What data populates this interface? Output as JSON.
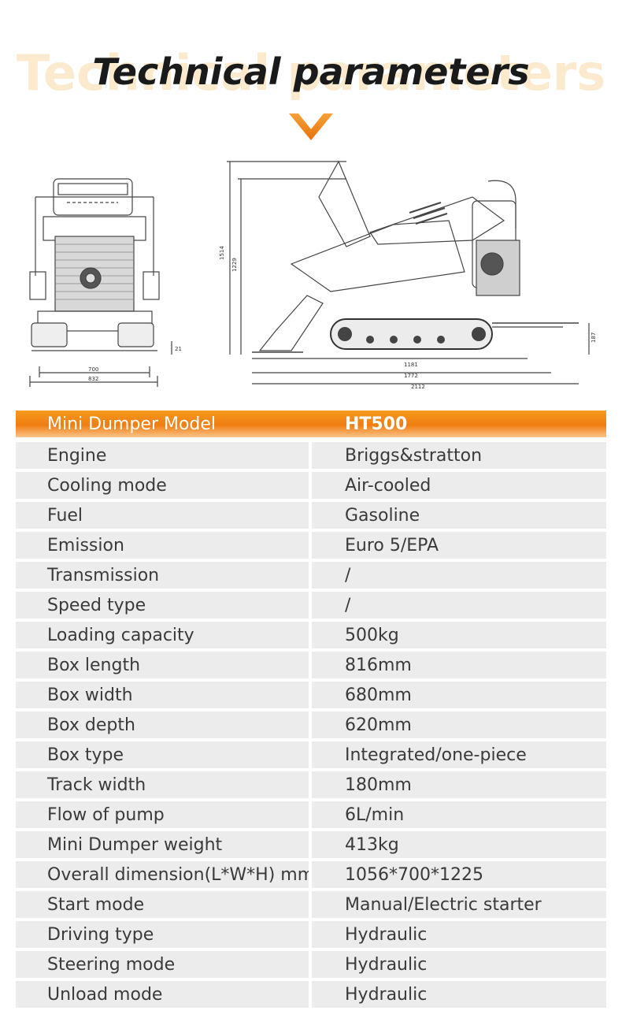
{
  "heading": {
    "ghost": "Technical parameters",
    "title": "Technical parameters"
  },
  "icons": {
    "chevron": "chevron-down-icon"
  },
  "drawing": {
    "front_dims": [
      "700",
      "832",
      "21"
    ],
    "side_dims": [
      "1514",
      "1229",
      "1181",
      "1772",
      "2112",
      "187"
    ]
  },
  "colors": {
    "accent": "#f07d12",
    "row_bg": "#ececec"
  },
  "table": {
    "header": {
      "label": "Mini Dumper Model",
      "value": "HT500"
    },
    "rows": [
      {
        "label": "Engine",
        "value": "Briggs&stratton"
      },
      {
        "label": "Cooling mode",
        "value": "Air-cooled"
      },
      {
        "label": "Fuel",
        "value": "Gasoline"
      },
      {
        "label": "Emission",
        "value": "Euro 5/EPA"
      },
      {
        "label": "Transmission",
        "value": "/"
      },
      {
        "label": "Speed type",
        "value": "/"
      },
      {
        "label": "Loading capacity",
        "value": "500kg"
      },
      {
        "label": "Box length",
        "value": "816mm"
      },
      {
        "label": "Box width",
        "value": "680mm"
      },
      {
        "label": "Box depth",
        "value": "620mm"
      },
      {
        "label": "Box type",
        "value": "Integrated/one-piece"
      },
      {
        "label": "Track width",
        "value": "180mm"
      },
      {
        "label": "Flow of pump",
        "value": "6L/min"
      },
      {
        "label": "Mini Dumper weight",
        "value": "413kg"
      },
      {
        "label": "Overall dimension(L*W*H) mm",
        "value": "1056*700*1225"
      },
      {
        "label": "Start mode",
        "value": "Manual/Electric starter"
      },
      {
        "label": "Driving type",
        "value": "Hydraulic"
      },
      {
        "label": "Steering mode",
        "value": "Hydraulic"
      },
      {
        "label": "Unload mode",
        "value": "Hydraulic"
      }
    ]
  }
}
